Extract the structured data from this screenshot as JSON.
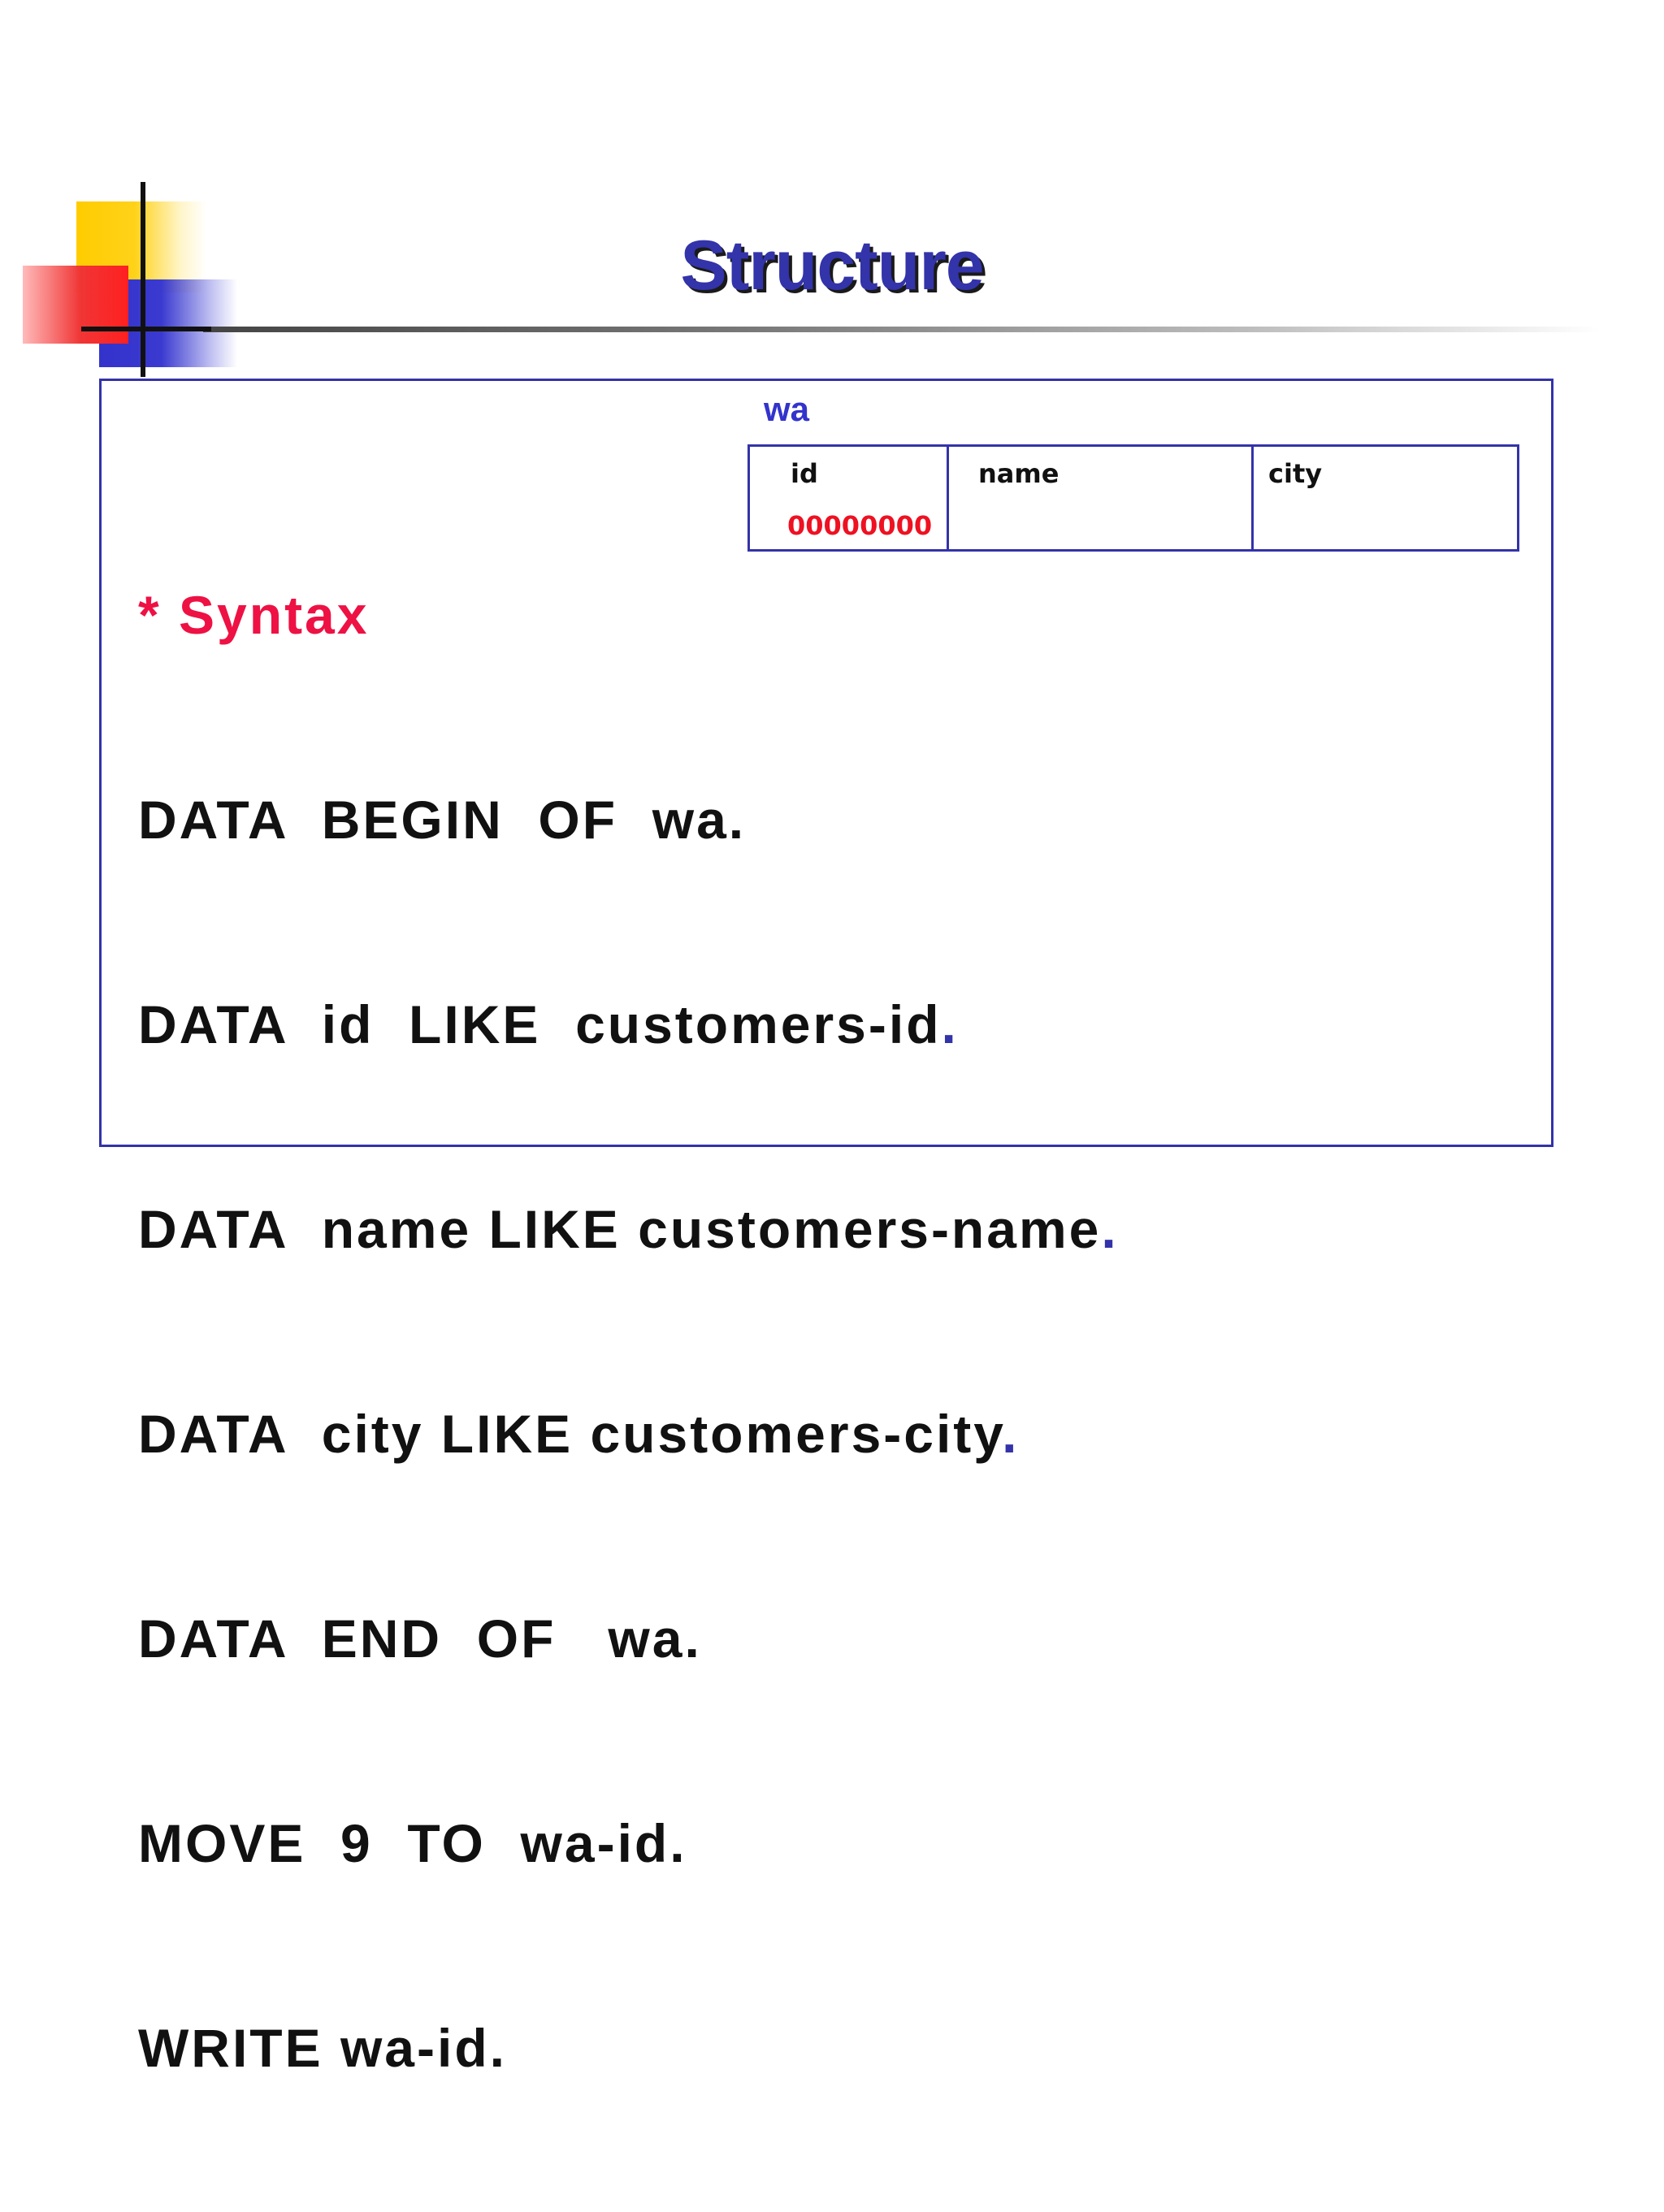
{
  "slide": {
    "title": "Structure",
    "syntax_heading": "* Syntax",
    "code_lines": [
      {
        "text": "DATA  BEGIN  OF  wa.",
        "dot": ""
      },
      {
        "text": "DATA  id  LIKE  customers-id",
        "dot": "."
      },
      {
        "text": "DATA  name LIKE customers-name",
        "dot": "."
      },
      {
        "text": "DATA  city LIKE customers-city",
        "dot": "."
      },
      {
        "text": "DATA  END  OF   wa.",
        "dot": ""
      },
      {
        "text": "MOVE  9  TO  wa-id.",
        "dot": ""
      },
      {
        "text": "WRITE wa-id.",
        "dot": ""
      }
    ]
  },
  "structure_diagram": {
    "label": "wa",
    "fields": [
      {
        "header": "id",
        "value": "00000000"
      },
      {
        "header": "name",
        "value": ""
      },
      {
        "header": "city",
        "value": ""
      }
    ]
  },
  "colors": {
    "title": "#3333aa",
    "syntax": "#ee1144",
    "value": "#ee1122",
    "border": "#3333aa",
    "label": "#3333cc"
  }
}
